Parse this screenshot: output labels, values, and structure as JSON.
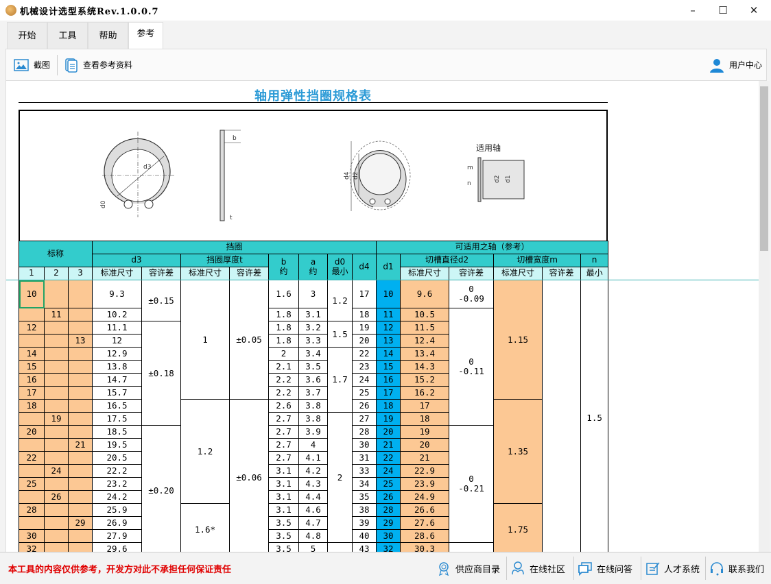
{
  "window": {
    "title": "机械设计选型系统Rev.1.0.0.7",
    "minimize": "–",
    "maximize": "☐",
    "close": "✕"
  },
  "tabs": [
    {
      "label": "开始"
    },
    {
      "label": "工具"
    },
    {
      "label": "帮助"
    },
    {
      "label": "参考",
      "active": true
    }
  ],
  "toolbar": {
    "screenshot": "截图",
    "view_reference": "查看参考资料",
    "user_center": "用户中心"
  },
  "doc": {
    "title": "轴用弹性挡圈规格表",
    "diagram_label": "适用轴",
    "dims": [
      "d3",
      "d0",
      "b",
      "t",
      "d4",
      "d2",
      "m",
      "n",
      "d2",
      "d1"
    ]
  },
  "table": {
    "header1": [
      "标称",
      "挡圈",
      "可适用之轴（参考）"
    ],
    "header2": [
      "d3",
      "挡圈厚度t",
      "b\n约",
      "a\n约",
      "d0\n最小",
      "d4",
      "d1",
      "切槽直径d2",
      "切槽宽度m",
      "n"
    ],
    "header3": [
      "1",
      "2",
      "3",
      "标准尺寸",
      "容许差",
      "标准尺寸",
      "容许差",
      "标准尺寸",
      "容许差",
      "标准尺寸",
      "容许差",
      "最小"
    ],
    "rows": [
      {
        "n1": "10",
        "n2": "",
        "n3": "",
        "d3": "9.3",
        "b": "1.6",
        "a": "3",
        "d4": "17",
        "d1": "10",
        "d2": "9.6"
      },
      {
        "n1": "",
        "n2": "11",
        "n3": "",
        "d3": "10.2",
        "b": "1.8",
        "a": "3.1",
        "d4": "18",
        "d1": "11",
        "d2": "10.5"
      },
      {
        "n1": "12",
        "n2": "",
        "n3": "",
        "d3": "11.1",
        "b": "1.8",
        "a": "3.2",
        "d4": "19",
        "d1": "12",
        "d2": "11.5"
      },
      {
        "n1": "",
        "n2": "",
        "n3": "13",
        "d3": "12",
        "b": "1.8",
        "a": "3.3",
        "d4": "20",
        "d1": "13",
        "d2": "12.4"
      },
      {
        "n1": "14",
        "n2": "",
        "n3": "",
        "d3": "12.9",
        "b": "2",
        "a": "3.4",
        "d4": "22",
        "d1": "14",
        "d2": "13.4"
      },
      {
        "n1": "15",
        "n2": "",
        "n3": "",
        "d3": "13.8",
        "b": "2.1",
        "a": "3.5",
        "d4": "23",
        "d1": "15",
        "d2": "14.3"
      },
      {
        "n1": "16",
        "n2": "",
        "n3": "",
        "d3": "14.7",
        "b": "2.2",
        "a": "3.6",
        "d4": "24",
        "d1": "16",
        "d2": "15.2"
      },
      {
        "n1": "17",
        "n2": "",
        "n3": "",
        "d3": "15.7",
        "b": "2.2",
        "a": "3.7",
        "d4": "25",
        "d1": "17",
        "d2": "16.2"
      },
      {
        "n1": "18",
        "n2": "",
        "n3": "",
        "d3": "16.5",
        "b": "2.6",
        "a": "3.8",
        "d4": "26",
        "d1": "18",
        "d2": "17"
      },
      {
        "n1": "",
        "n2": "19",
        "n3": "",
        "d3": "17.5",
        "b": "2.7",
        "a": "3.8",
        "d4": "27",
        "d1": "19",
        "d2": "18"
      },
      {
        "n1": "20",
        "n2": "",
        "n3": "",
        "d3": "18.5",
        "b": "2.7",
        "a": "3.9",
        "d4": "28",
        "d1": "20",
        "d2": "19"
      },
      {
        "n1": "",
        "n2": "",
        "n3": "21",
        "d3": "19.5",
        "b": "2.7",
        "a": "4",
        "d4": "30",
        "d1": "21",
        "d2": "20"
      },
      {
        "n1": "22",
        "n2": "",
        "n3": "",
        "d3": "20.5",
        "b": "2.7",
        "a": "4.1",
        "d4": "31",
        "d1": "22",
        "d2": "21"
      },
      {
        "n1": "",
        "n2": "24",
        "n3": "",
        "d3": "22.2",
        "b": "3.1",
        "a": "4.2",
        "d4": "33",
        "d1": "24",
        "d2": "22.9"
      },
      {
        "n1": "25",
        "n2": "",
        "n3": "",
        "d3": "23.2",
        "b": "3.1",
        "a": "4.3",
        "d4": "34",
        "d1": "25",
        "d2": "23.9"
      },
      {
        "n1": "",
        "n2": "26",
        "n3": "",
        "d3": "24.2",
        "b": "3.1",
        "a": "4.4",
        "d4": "35",
        "d1": "26",
        "d2": "24.9"
      },
      {
        "n1": "28",
        "n2": "",
        "n3": "",
        "d3": "25.9",
        "b": "3.1",
        "a": "4.6",
        "d4": "38",
        "d1": "28",
        "d2": "26.6"
      },
      {
        "n1": "",
        "n2": "",
        "n3": "29",
        "d3": "26.9",
        "b": "3.5",
        "a": "4.7",
        "d4": "39",
        "d1": "29",
        "d2": "27.6"
      },
      {
        "n1": "30",
        "n2": "",
        "n3": "",
        "d3": "27.9",
        "b": "3.5",
        "a": "4.8",
        "d4": "40",
        "d1": "30",
        "d2": "28.6"
      },
      {
        "n1": "32",
        "n2": "",
        "n3": "",
        "d3": "29.6",
        "b": "3.5",
        "a": "5",
        "d4": "43",
        "d1": "32",
        "d2": "30.3"
      }
    ],
    "groups": {
      "d3_tol": [
        {
          "v": "±0.15",
          "span": 2
        },
        {
          "v": "±0.18",
          "span": 8
        },
        {
          "v": "±0.20",
          "span": 10
        }
      ],
      "t": [
        {
          "v": "1",
          "span": 8
        },
        {
          "v": "1.2",
          "span": 8
        },
        {
          "v": "1.6*",
          "span": 4
        }
      ],
      "t_tol": [
        {
          "v": "±0.05",
          "span": 8
        },
        {
          "v": "±0.06",
          "span": 12
        }
      ],
      "d0": [
        {
          "v": "1.2",
          "span": 2
        },
        {
          "v": "1.5",
          "span": 2
        },
        {
          "v": "1.7",
          "span": 5
        },
        {
          "v": "2",
          "span": 10
        },
        {
          "v": "",
          "span": 1
        }
      ],
      "d2_tol": [
        {
          "v": "0\n-0.09",
          "span": 1
        },
        {
          "v": "0\n-0.11",
          "span": 9
        },
        {
          "v": "0\n-0.21",
          "span": 9
        },
        {
          "v": "",
          "span": 1
        }
      ],
      "m": [
        {
          "v": "1.15",
          "span": 8
        },
        {
          "v": "1.35",
          "span": 8
        },
        {
          "v": "1.75",
          "span": 4
        }
      ],
      "m_tol": [
        {
          "v": "",
          "span": 20
        }
      ],
      "n": [
        {
          "v": "1.5",
          "span": 20
        }
      ]
    }
  },
  "footer": {
    "disclaimer": "本工具的内容仅供参考，开发方对此不承担任何保证责任",
    "links": [
      {
        "label": "供应商目录",
        "icon": "award-icon"
      },
      {
        "label": "在线社区",
        "icon": "community-icon"
      },
      {
        "label": "在线问答",
        "icon": "chat-icon"
      },
      {
        "label": "人才系统",
        "icon": "edit-icon"
      },
      {
        "label": "联系我们",
        "icon": "headset-icon"
      }
    ]
  },
  "colors": {
    "header": "#33cccc",
    "subheader": "#ccf6f6",
    "nominal": "#fcc894",
    "d1": "#00b0f0",
    "title": "#2b9ad6",
    "disclaimer": "#e00000"
  }
}
